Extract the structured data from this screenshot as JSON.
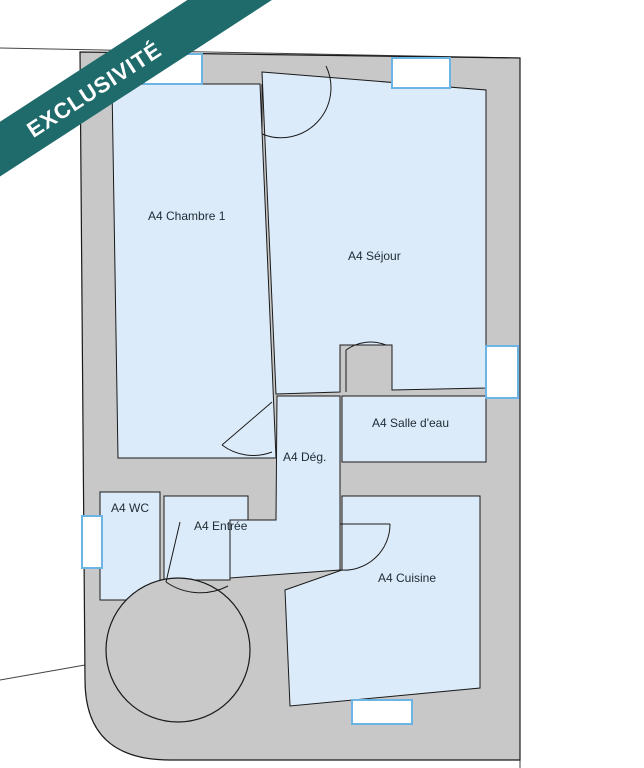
{
  "banner": {
    "text": "EXCLUSIVITÉ",
    "color": "#1f6b6b"
  },
  "colors": {
    "wall": "#c8c8c8",
    "room": "#dcebfa",
    "outline": "#1a1a1a",
    "window": "#6cb4e4"
  },
  "rooms": {
    "chambre": "A4 Chambre 1",
    "sejour": "A4 Séjour",
    "salle_eau": "A4 Salle d'eau",
    "degagement": "A4 Dég.",
    "wc": "A4 WC",
    "entree": "A4 Entrée",
    "cuisine": "A4 Cuisine"
  }
}
